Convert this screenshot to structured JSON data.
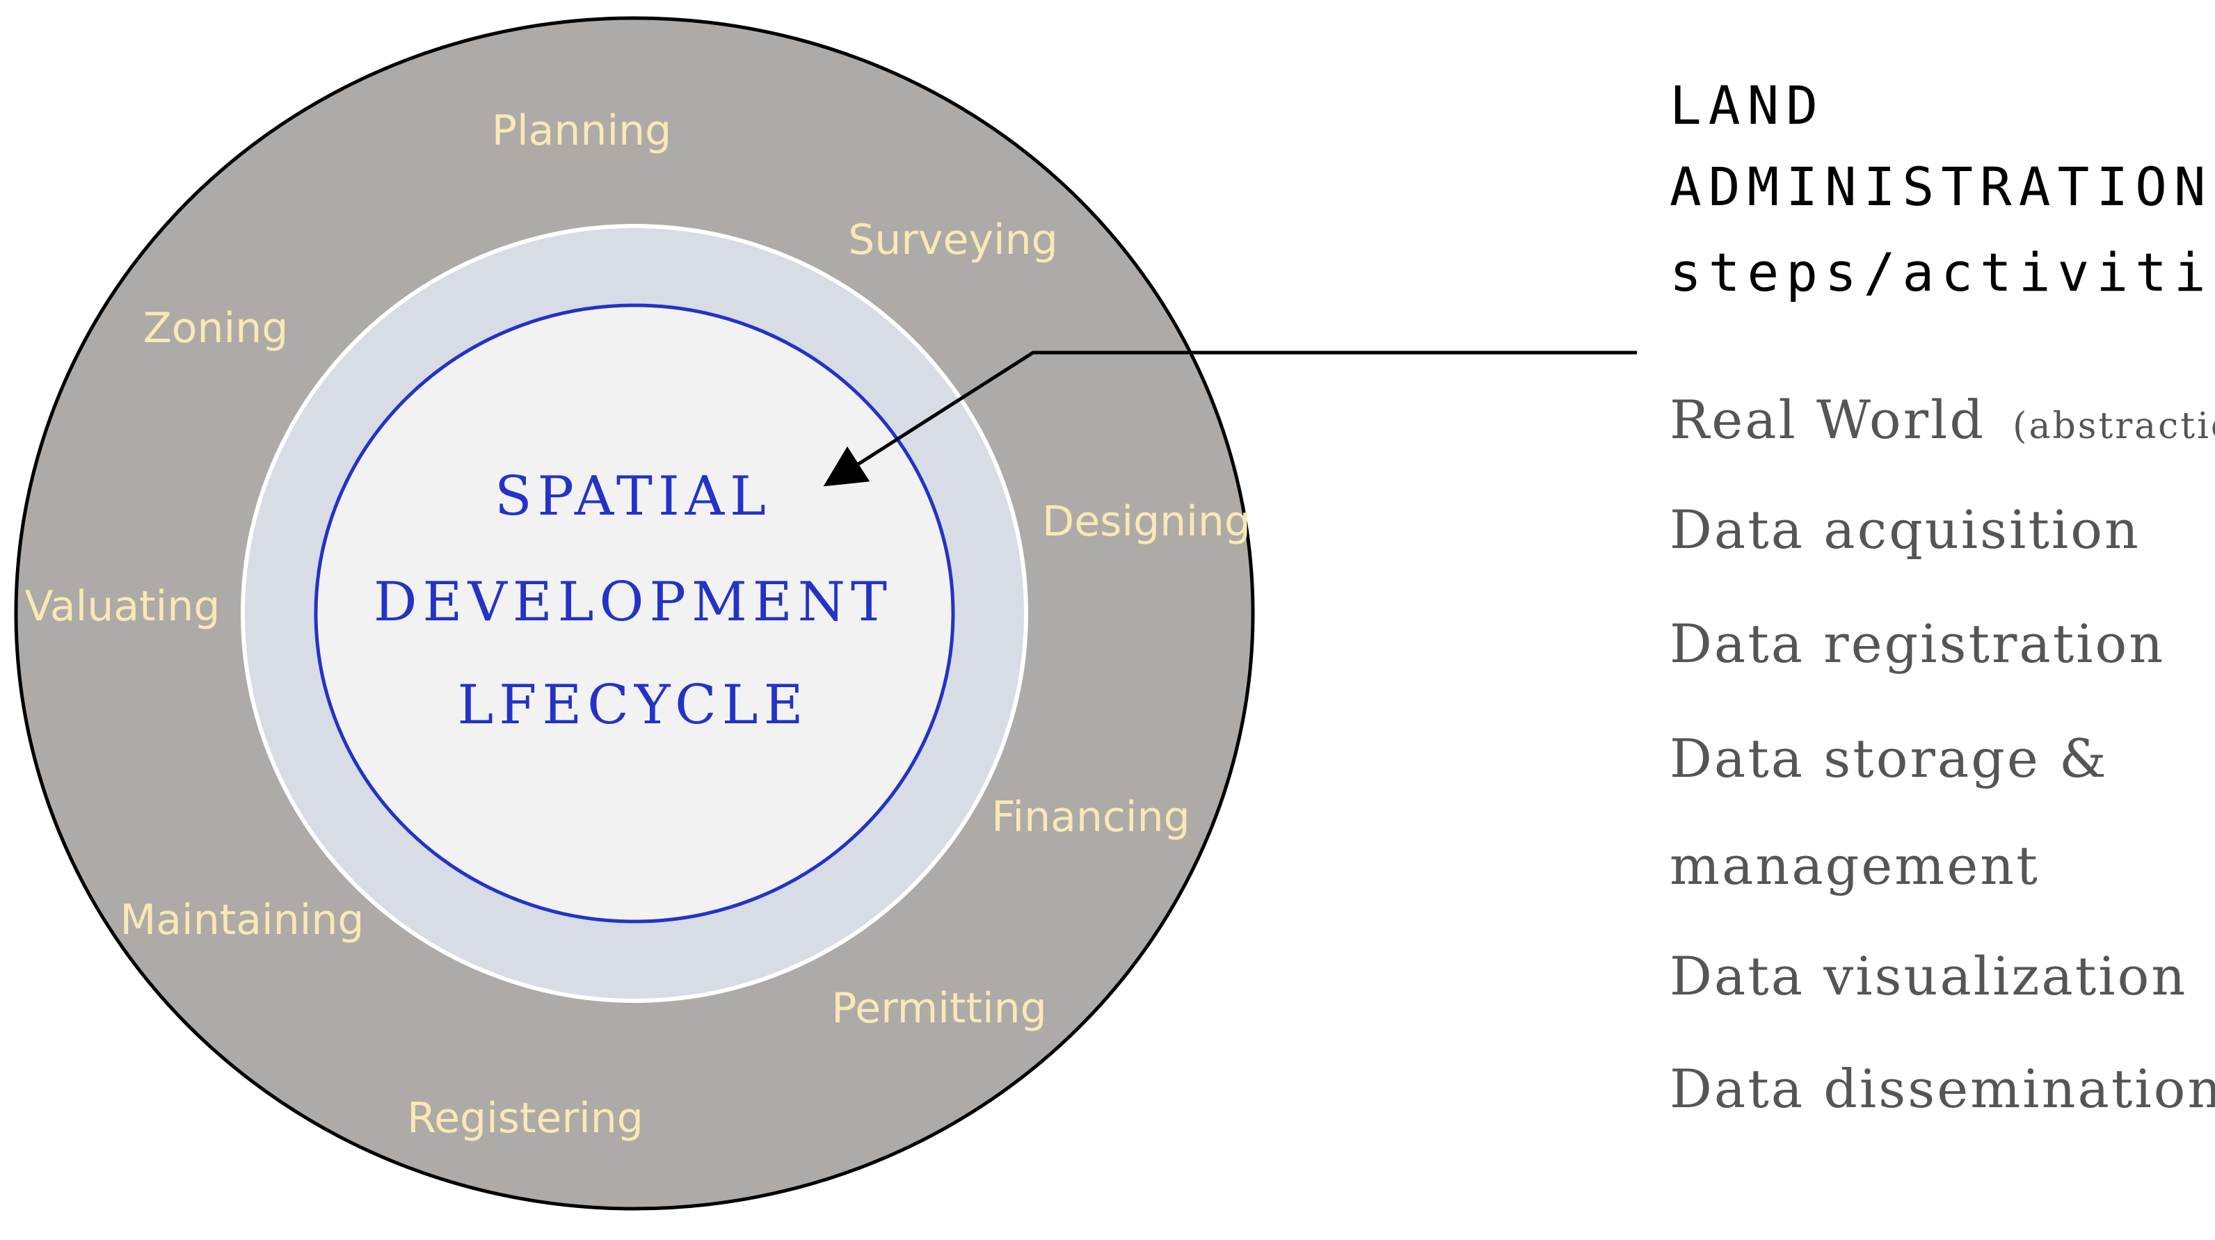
{
  "diagram": {
    "lifecycle_stages": [
      "Planning",
      "Surveying",
      "Designing",
      "Financing",
      "Permitting",
      "Registering",
      "Maintaining",
      "Valuating",
      "Zoning"
    ],
    "center_title": [
      "SPATIAL",
      "DEVELOPMENT",
      "LFECYCLE"
    ],
    "side_title": [
      "LAND",
      "ADMINISTRATION",
      "steps/activities"
    ],
    "steps": {
      "real_world": "Real World",
      "real_world_note": "(abstraction)",
      "acquisition": "Data acquisition",
      "registration": "Data registration",
      "storage_line1": "Data storage &",
      "storage_line2": "management",
      "visualization": "Data visualization",
      "dissemination": "Data dissemination"
    },
    "colors": {
      "outer_ring": "#aeaaa8",
      "middle_ring": "#d7dce5",
      "inner_circle": "#f2f2f2",
      "inner_border": "#2432c8",
      "stage_text": "#f8e9b5",
      "center_text": "#2432c8",
      "step_text": "#555555"
    }
  }
}
